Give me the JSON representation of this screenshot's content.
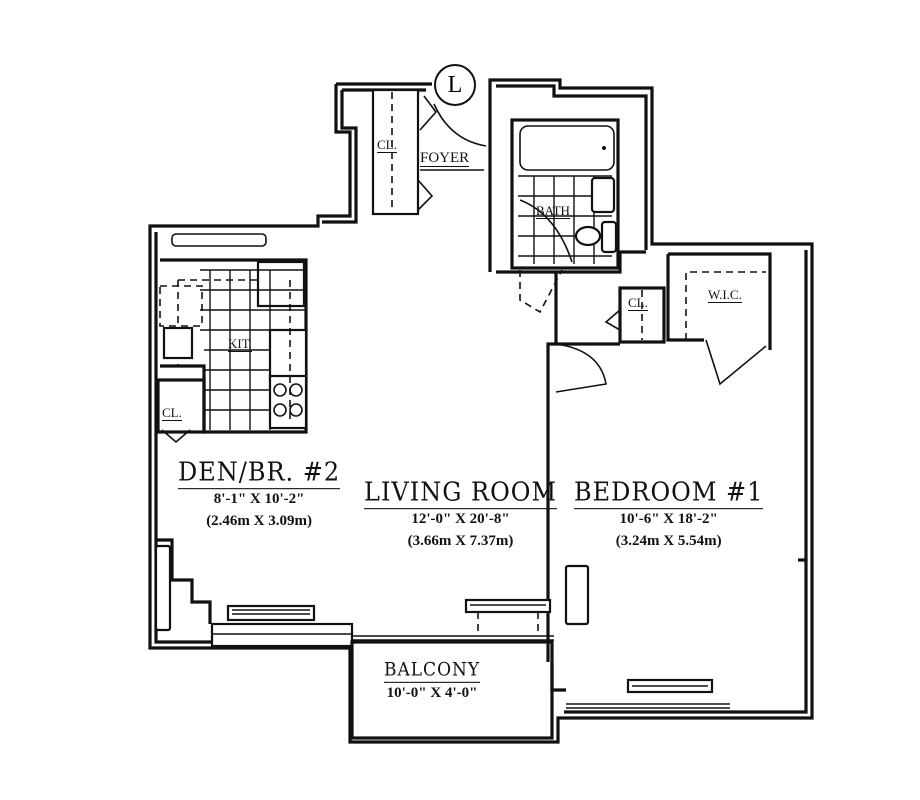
{
  "plan": {
    "entrance_marker": "L",
    "rooms": {
      "den": {
        "name": "DEN/BR. #2",
        "dim_imperial": "8'-1\" X 10'-2\"",
        "dim_metric": "(2.46m X 3.09m)"
      },
      "living": {
        "name": "LIVING ROOM",
        "dim_imperial": "12'-0\" X 20'-8\"",
        "dim_metric": "(3.66m X 7.37m)"
      },
      "bedroom": {
        "name": "BEDROOM #1",
        "dim_imperial": "10'-6\" X 18'-2\"",
        "dim_metric": "(3.24m X 5.54m)"
      },
      "balcony": {
        "name": "BALCONY",
        "dim_imperial": "10'-0\" X 4'-0\""
      }
    },
    "small_labels": {
      "foyer": "FOYER",
      "closet_foyer": "CL.",
      "bath": "BATH",
      "kitchen": "KIT.",
      "closet_den": "CL.",
      "closet_bedroom": "CL.",
      "walk_in_closet": "W.I.C."
    }
  }
}
